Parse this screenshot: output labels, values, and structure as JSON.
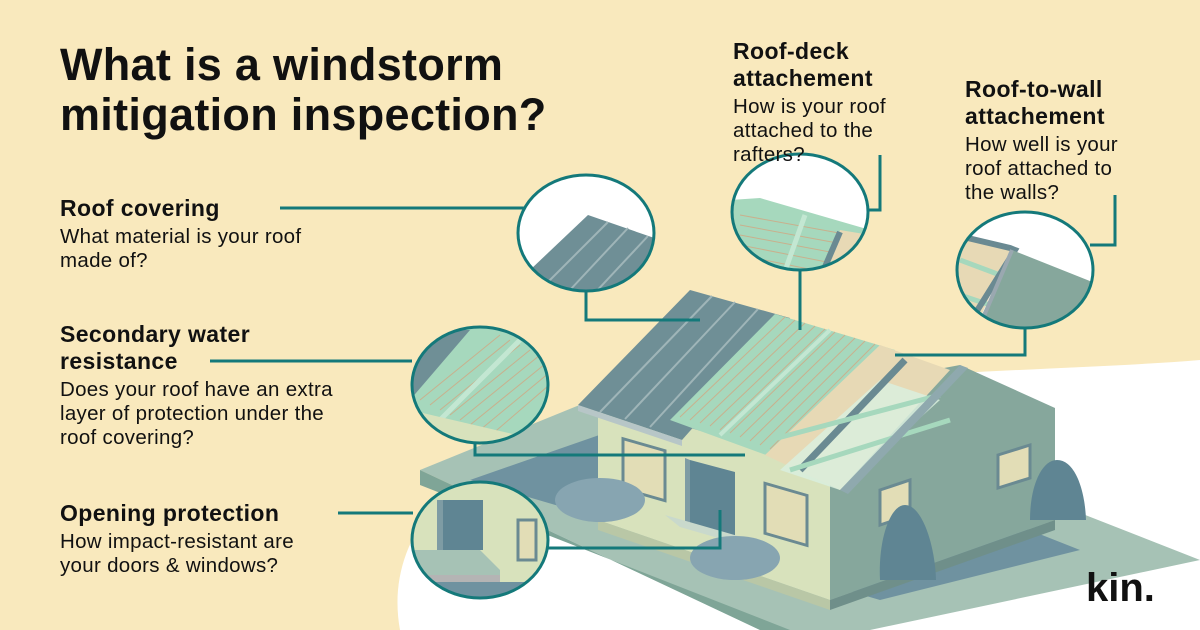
{
  "title": {
    "line1": "What is a windstorm",
    "line2": "mitigation inspection?"
  },
  "callouts": [
    {
      "id": "roof-covering",
      "heading_lines": [
        "Roof covering"
      ],
      "description_lines": [
        "What material is your roof",
        "made of?"
      ]
    },
    {
      "id": "secondary-water-resistance",
      "heading_lines": [
        "Secondary water",
        "resistance"
      ],
      "description_lines": [
        "Does your roof have an extra",
        "layer of protection under the",
        "roof covering?"
      ]
    },
    {
      "id": "opening-protection",
      "heading_lines": [
        "Opening protection"
      ],
      "description_lines": [
        "How impact-resistant are",
        "your doors & windows?"
      ]
    },
    {
      "id": "roof-deck-attachment",
      "heading_lines": [
        "Roof-deck",
        "attachement"
      ],
      "description_lines": [
        "How is your roof",
        "attached to the",
        "rafters?"
      ]
    },
    {
      "id": "roof-to-wall-attachment",
      "heading_lines": [
        "Roof-to-wall",
        "attachement"
      ],
      "description_lines": [
        "How well is your",
        "roof attached to",
        "the walls?"
      ]
    }
  ],
  "brand": {
    "logo_text": "kin."
  },
  "colors": {
    "background": "#f9e9bd",
    "leader_line": "#14797a",
    "roof_metal": "#6f8f96",
    "underlayment": "#a6d8bd",
    "wall_front": "#d8e2bc",
    "wall_side": "#86a79c",
    "ground": "#a6c2b5",
    "shrub": "#87a5b1",
    "tree": "#5f8593"
  }
}
